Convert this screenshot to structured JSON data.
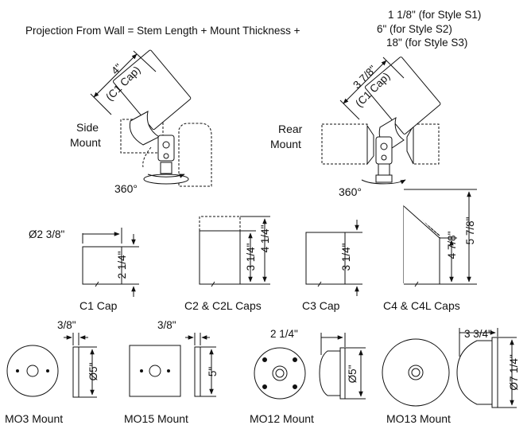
{
  "formula": {
    "main": "Projection From Wall = Stem Length + Mount Thickness +",
    "style_s1": "1 1/8\" (for Style S1)",
    "style_s2": "6\" (for Style S2)",
    "style_s3": "18\" (for Style S3)"
  },
  "side_mount": {
    "label_line1": "Side",
    "label_line2": "Mount",
    "cap_dim": "4\"",
    "cap_note": "(C1 Cap)",
    "rotation": "360°"
  },
  "rear_mount": {
    "label_line1": "Rear",
    "label_line2": "Mount",
    "cap_dim": "3 7/8\"",
    "cap_note": "(C1 Cap)",
    "rotation": "360°"
  },
  "caps": [
    {
      "label": "C1 Cap",
      "width_dim": "Ø2 3/8\"",
      "height_dim": "2 1/4\""
    },
    {
      "label": "C2 & C2L Caps",
      "height_dim": "3 1/4\"",
      "height_dim_long": "4 1/4\""
    },
    {
      "label": "C3 Cap",
      "height_dim": "3 1/4\""
    },
    {
      "label": "C4 & C4L Caps",
      "height_dim": "4 7/8\"",
      "height_dim_long": "5 7/8\""
    }
  ],
  "mounts": [
    {
      "label": "MO3 Mount",
      "thickness_dim": "3/8\"",
      "size_dim": "Ø5\""
    },
    {
      "label": "MO15 Mount",
      "thickness_dim": "3/8\"",
      "size_dim": "5\""
    },
    {
      "label": "MO12 Mount",
      "thickness_dim": "2 1/4\"",
      "size_dim": "Ø5\""
    },
    {
      "label": "MO13 Mount",
      "thickness_dim": "3 3/4\"",
      "size_dim": "Ø7 1/4\""
    }
  ]
}
